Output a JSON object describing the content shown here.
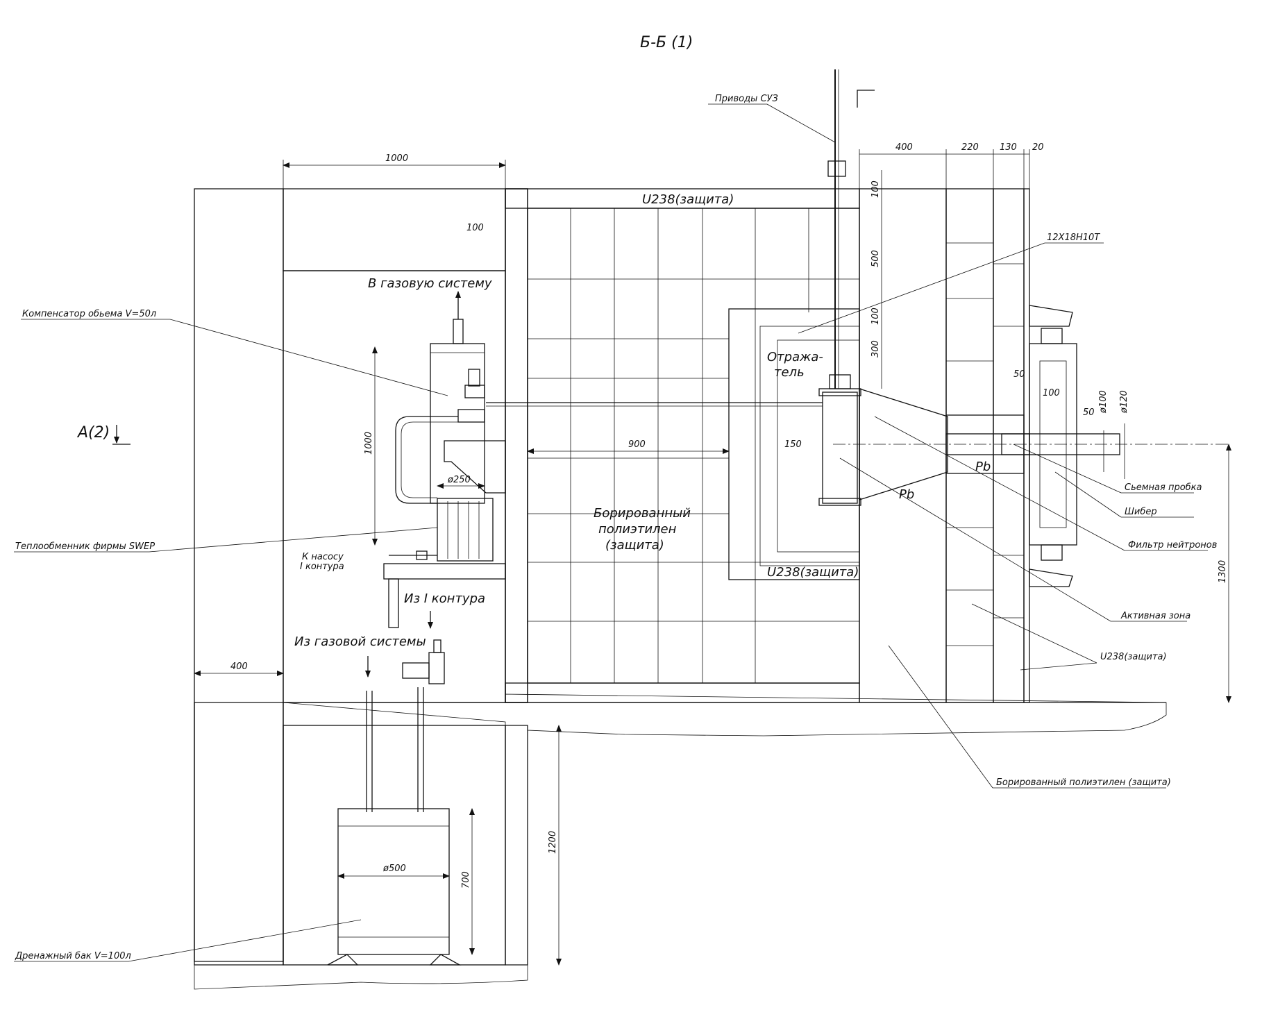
{
  "drawing": {
    "title": "Б-Б (1)",
    "view_marker": "А(2)",
    "labels": {
      "control_drives": "Приводы СУЗ",
      "steel_grade": "12Х18Н10Т",
      "to_gas_system": "В газовую систему",
      "volume_compensator": "Компенсатор обьема V=50л",
      "heat_exchanger": "Теплообменник фирмы SWEP",
      "to_pump_line1": "К насосу",
      "to_pump_line2": "I контура",
      "from_circuit": "Из I контура",
      "from_gas_system": "Из газовой системы",
      "drain_tank": "Дренажный бак V=100л",
      "reflector_line1": "Отража-",
      "reflector_line2": "тель",
      "borated_pe_line1": "Борированный",
      "borated_pe_line2": "полиэтилен",
      "borated_pe_line3": "(защита)",
      "u238_top": "U238(защита)",
      "u238_bottom": "U238(защита)",
      "u238_right": "U238(защита)",
      "lead_1": "Pb",
      "lead_2": "Pb",
      "removable_plug": "Сьемная пробка",
      "gate": "Шибер",
      "neutron_filter": "Фильтр нейтронов",
      "active_zone": "Активная зона",
      "borated_pe_bottom": "Борированный полиэтилен (защита)"
    },
    "dimensions": {
      "d1000_top": "1000",
      "d100_left": "100",
      "d400_right": "400",
      "d220": "220",
      "d130": "130",
      "d20": "20",
      "v100_top": "100",
      "v500": "500",
      "v100_mid": "100",
      "v300": "300",
      "d50_a": "50",
      "d100_b": "100",
      "d50_c": "50",
      "phi100": "ø100",
      "phi120": "ø120",
      "d900": "900",
      "d150": "150",
      "v1000": "1000",
      "phi250": "ø250",
      "d400_left": "400",
      "v1300": "1300",
      "v1200": "1200",
      "v700": "700",
      "phi500": "ø500"
    }
  }
}
